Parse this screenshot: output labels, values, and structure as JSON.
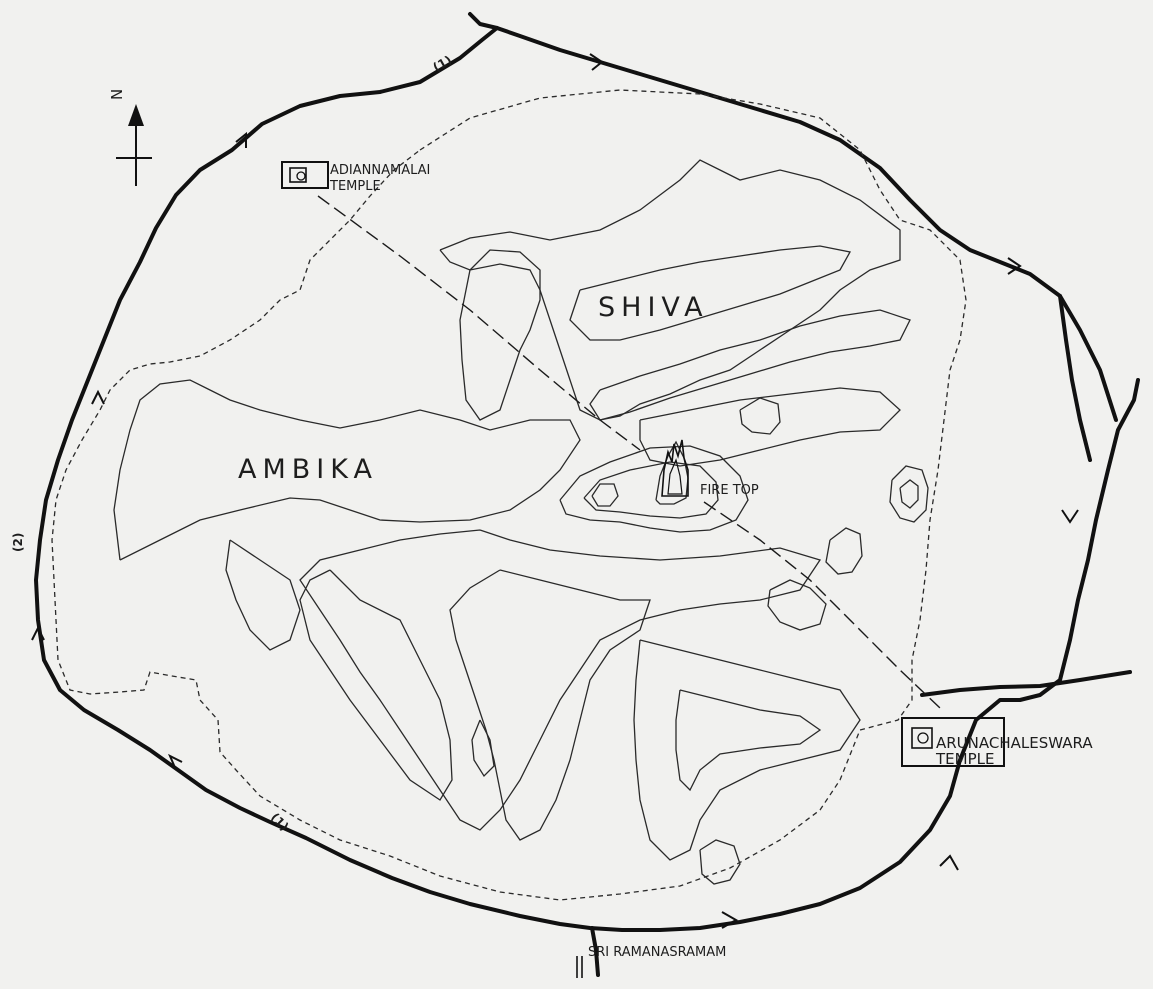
{
  "regions": {
    "shiva": "SHIVA",
    "ambika": "AMBIKA"
  },
  "landmarks": {
    "adiannamalai_line1": "ADIANNAMALAI",
    "adiannamalai_line2": "TEMPLE",
    "arunachaleswara_line1": "ARUNACHALESWARA",
    "arunachaleswara_line2": "TEMPLE",
    "fire_top": "FIRE TOP",
    "ramanasramam": "SRI RAMANASRAMAM"
  },
  "compass": {
    "north": "N"
  },
  "route_markers": {
    "top": "(1)",
    "left": "(2)",
    "bottom": "(1)"
  },
  "icons": {
    "temple": "temple-icon",
    "summit": "flame-icon",
    "compass": "north-arrow-icon"
  },
  "colors": {
    "paper": "#f1f1ef",
    "ink": "#1d1d1d"
  }
}
